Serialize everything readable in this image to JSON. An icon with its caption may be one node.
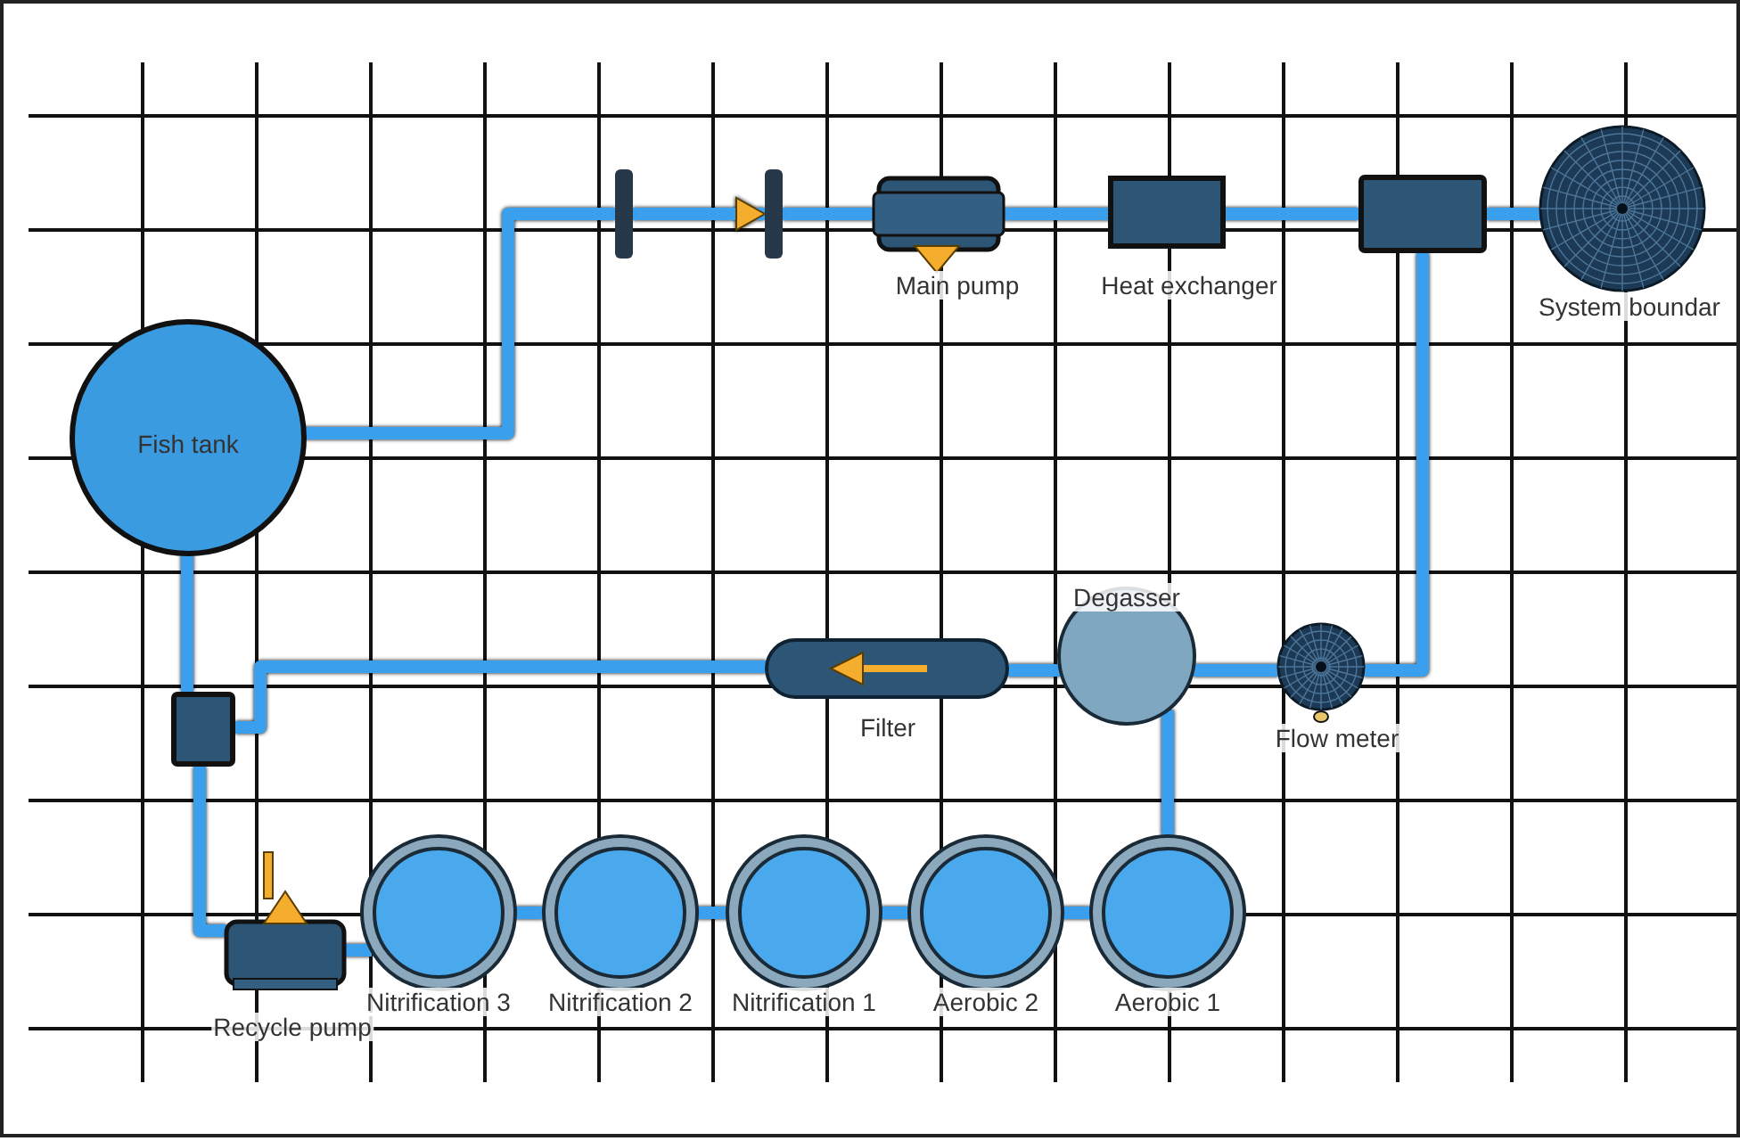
{
  "diagram": {
    "nodes": [
      {
        "text": [
          "Fish tank"
        ]
      },
      {
        "text": [],
        "shape": "bar"
      },
      {
        "text": [],
        "shape": "bar"
      },
      {
        "text": [
          "Main pump"
        ]
      },
      {
        "text": [
          "Heat exchanger"
        ]
      },
      {
        "text": [],
        "shape": "box"
      },
      {
        "text": [
          "System boundar"
        ]
      },
      {
        "text": [
          "Flow meter"
        ]
      },
      {
        "text": [
          "Degasser"
        ]
      },
      {
        "text": [
          "Filter"
        ]
      },
      {
        "text": [],
        "shape": "box"
      },
      {
        "text": [
          "Recycle pump"
        ]
      },
      {
        "text": [
          "Nitrification 3"
        ]
      },
      {
        "text": [
          "Nitrification 2"
        ]
      },
      {
        "text": [
          "Nitrification 1"
        ]
      },
      {
        "text": [
          "Aerobic 2"
        ]
      },
      {
        "text": [
          "Aerobic 1"
        ]
      }
    ],
    "edges": [
      {
        "from": 0,
        "to": 1,
        "arrow": "none"
      },
      {
        "from": 1,
        "to": 2,
        "arrow": "to"
      },
      {
        "from": 2,
        "to": 3,
        "arrow": "none"
      },
      {
        "from": 3,
        "to": 4,
        "arrow": "none"
      },
      {
        "from": 4,
        "to": 5,
        "arrow": "none"
      },
      {
        "from": 5,
        "to": 6,
        "arrow": "none"
      },
      {
        "from": 5,
        "to": 7,
        "arrow": "none"
      },
      {
        "from": 7,
        "to": 8,
        "arrow": "none"
      },
      {
        "from": 8,
        "to": 9,
        "arrow": "none"
      },
      {
        "from": 9,
        "to": 10,
        "arrow": "none"
      },
      {
        "from": 0,
        "to": 10,
        "arrow": "none"
      },
      {
        "from": 10,
        "to": 11,
        "arrow": "none"
      },
      {
        "from": 11,
        "to": 12,
        "arrow": "none"
      },
      {
        "from": 12,
        "to": 13,
        "arrow": "none"
      },
      {
        "from": 13,
        "to": 14,
        "arrow": "none"
      },
      {
        "from": 14,
        "to": 15,
        "arrow": "none"
      },
      {
        "from": 15,
        "to": 16,
        "arrow": "none"
      },
      {
        "from": 16,
        "to": 8,
        "arrow": "none"
      }
    ]
  }
}
